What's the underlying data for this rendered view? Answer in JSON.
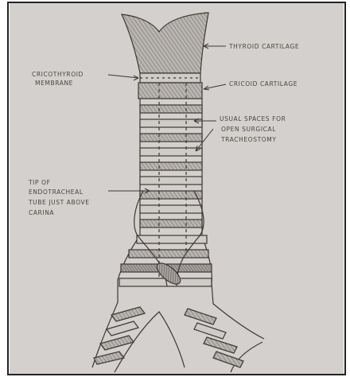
{
  "labels": {
    "thyroid_cartilage": "THYROID CARTILAGE",
    "cricothyroid_line1": "CRICOTHYROID",
    "cricothyroid_line2": "MEMBRANE",
    "cricoid_cartilage": "CRICOID CARTILAGE",
    "usual_spaces_line1": "USUAL SPACES FOR",
    "usual_spaces_line2": "OPEN SURGICAL",
    "usual_spaces_line3": "TRACHEOSTOMY",
    "tip_line1": "TIP OF",
    "tip_line2": "ENDOTRACHEAL",
    "tip_line3": "TUBE JUST ABOVE",
    "tip_line4": "CARINA"
  },
  "colors": {
    "paper": "#d3d0cd",
    "pencil": "#3c3835",
    "shading": "#8d8884",
    "border": "#222222"
  }
}
